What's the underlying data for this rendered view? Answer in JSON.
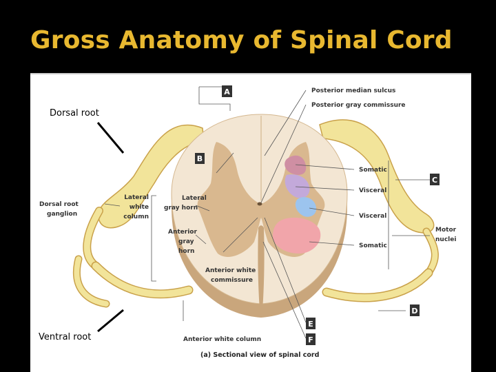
{
  "slide": {
    "title": "Gross Anatomy of Spinal Cord"
  },
  "annotations": {
    "dorsal_root": "Dorsal root",
    "ventral_root": "Ventral root"
  },
  "figure": {
    "caption": "(a) Sectional view of spinal cord",
    "box_labels": {
      "a": "A",
      "b": "B",
      "c": "C",
      "d": "D",
      "e": "E",
      "f": "F"
    },
    "labels": {
      "posterior_median_sulcus": "Posterior median sulcus",
      "posterior_gray_commissure": "Posterior gray commissure",
      "somatic_top": "Somatic",
      "visceral_top": "Visceral",
      "visceral_bottom": "Visceral",
      "somatic_bottom": "Somatic",
      "motor_nuclei_1": "Motor",
      "motor_nuclei_2": "nuclei",
      "dorsal_root_ganglion_1": "Dorsal root",
      "dorsal_root_ganglion_2": "ganglion",
      "lateral_white_column_1": "Lateral",
      "lateral_white_column_2": "white",
      "lateral_white_column_3": "column",
      "lateral_gray_horn_1": "Lateral",
      "lateral_gray_horn_2": "gray horn",
      "anterior_gray_horn_1": "Anterior",
      "anterior_gray_horn_2": "gray",
      "anterior_gray_horn_3": "horn",
      "anterior_white_commissure_1": "Anterior white",
      "anterior_white_commissure_2": "commissure",
      "anterior_white_column": "Anterior white column"
    },
    "colors": {
      "white_matter": "#f3e6d3",
      "gray_matter": "#d9b88f",
      "rim": "#c9a67c",
      "nerve": "#f2e49a",
      "somatic_sensory": "#cf8fa3",
      "visceral_sensory": "#c3a9da",
      "visceral_motor": "#9cc4ee",
      "somatic_motor": "#f1a5aa"
    }
  }
}
